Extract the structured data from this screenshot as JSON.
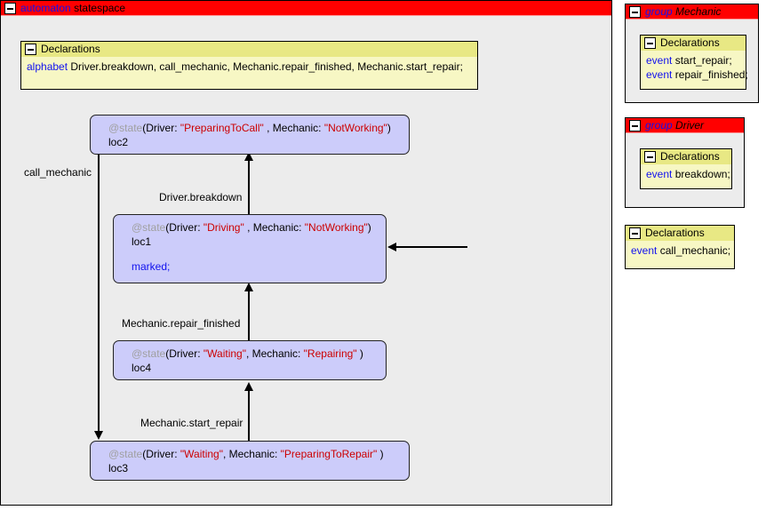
{
  "automaton": {
    "keyword": "automaton",
    "name": "statespace",
    "collapse_icon": "minus-icon",
    "declarations": {
      "title": "Declarations",
      "collapse_icon": "minus-icon",
      "lines": [
        {
          "keyword": "alphabet",
          "text": "Driver.breakdown,  call_mechanic,  Mechanic.repair_finished,  Mechanic.start_repair;"
        }
      ]
    },
    "states": [
      {
        "id": "loc2",
        "prefix": "@state",
        "open": "(Driver: ",
        "driver_value": "\"PreparingToCall\"",
        "mid": " , Mechanic: ",
        "mechanic_value": "\"NotWorking\"",
        "close": ")",
        "name": "loc2",
        "marked": ""
      },
      {
        "id": "loc1",
        "prefix": "@state",
        "open": "(Driver: ",
        "driver_value": "\"Driving\"",
        "mid": " , Mechanic: ",
        "mechanic_value": "\"NotWorking\"",
        "close": ")",
        "name": "loc1",
        "marked": "marked;"
      },
      {
        "id": "loc4",
        "prefix": "@state",
        "open": "(Driver: ",
        "driver_value": "\"Waiting\"",
        "mid": ", Mechanic: ",
        "mechanic_value": "\"Repairing\"",
        "close": " )",
        "name": "loc4",
        "marked": ""
      },
      {
        "id": "loc3",
        "prefix": "@state",
        "open": "(Driver: ",
        "driver_value": "\"Waiting\"",
        "mid": ", Mechanic: ",
        "mechanic_value": "\"PreparingToRepair\"",
        "close": " )",
        "name": "loc3",
        "marked": ""
      }
    ],
    "edges": [
      {
        "label": "call_mechanic",
        "from": "loc2",
        "to": "loc3"
      },
      {
        "label": "Driver.breakdown",
        "from": "loc1",
        "to": "loc2"
      },
      {
        "label": "Mechanic.repair_finished",
        "from": "loc4",
        "to": "loc1"
      },
      {
        "label": "Mechanic.start_repair",
        "from": "loc3",
        "to": "loc4"
      }
    ],
    "initial_state": "loc1"
  },
  "sidebar": {
    "groups": [
      {
        "keyword": "group",
        "name": "Mechanic",
        "collapse_icon": "minus-icon",
        "declarations": {
          "title": "Declarations",
          "collapse_icon": "minus-icon",
          "lines": [
            {
              "keyword": "event",
              "text": "start_repair;"
            },
            {
              "keyword": "event",
              "text": "repair_finished;"
            }
          ]
        }
      },
      {
        "keyword": "group",
        "name": "Driver",
        "collapse_icon": "minus-icon",
        "declarations": {
          "title": "Declarations",
          "collapse_icon": "minus-icon",
          "lines": [
            {
              "keyword": "event",
              "text": "breakdown;"
            }
          ]
        }
      }
    ],
    "global_declarations": {
      "title": "Declarations",
      "collapse_icon": "minus-icon",
      "lines": [
        {
          "keyword": "event",
          "text": "call_mechanic;"
        }
      ]
    }
  },
  "colors": {
    "titlebar": "#ff0000",
    "keyword": "#1111ee",
    "value": "#cc0000",
    "state_fill": "#ccccfa",
    "decl_head": "#e8e884",
    "decl_body": "#f7f7c4",
    "panel_bg": "#ececec"
  }
}
